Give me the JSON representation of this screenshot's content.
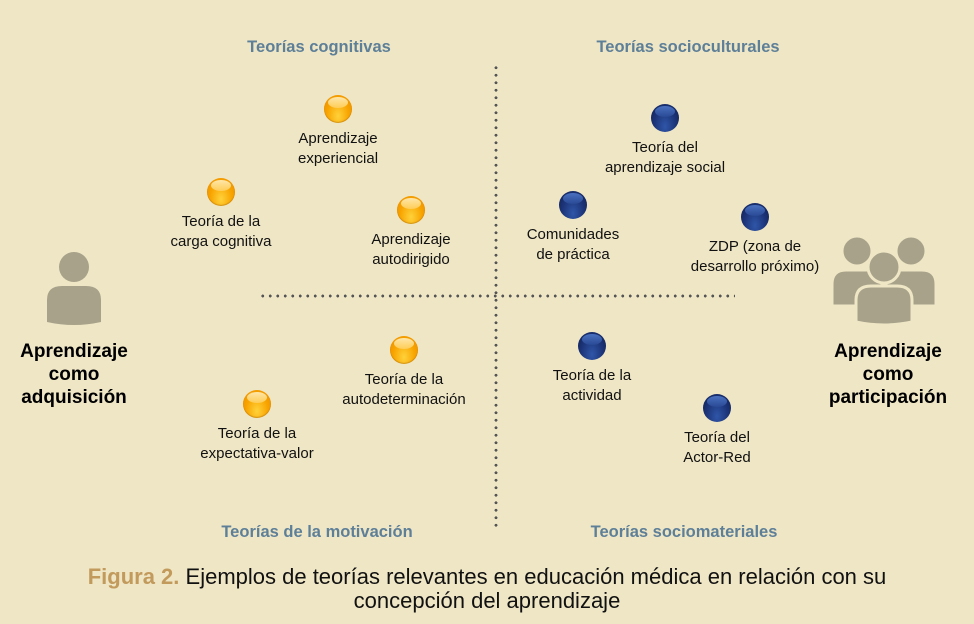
{
  "quadrants": {
    "top_left": "Teorías cognitivas",
    "top_right": "Teorías socioculturales",
    "bottom_left": "Teorías de la motivación",
    "bottom_right": "Teorías sociomateriales"
  },
  "poles": {
    "left": {
      "icon": "person-icon",
      "lines": [
        "Aprendizaje",
        "como",
        "adquisición"
      ]
    },
    "right": {
      "icon": "group-icon",
      "lines": [
        "Aprendizaje",
        "como",
        "participación"
      ]
    }
  },
  "theories": [
    {
      "lines": [
        "Aprendizaje",
        "experiencial"
      ],
      "color": "orange"
    },
    {
      "lines": [
        "Teoría de la",
        "carga cognitiva"
      ],
      "color": "orange"
    },
    {
      "lines": [
        "Aprendizaje",
        "autodirigido"
      ],
      "color": "orange"
    },
    {
      "lines": [
        "Teoría de la",
        "autodeterminación"
      ],
      "color": "orange"
    },
    {
      "lines": [
        "Teoría de la",
        "expectativa-valor"
      ],
      "color": "orange"
    },
    {
      "lines": [
        "Teoría del",
        "aprendizaje social"
      ],
      "color": "blue"
    },
    {
      "lines": [
        "Comunidades",
        "de práctica"
      ],
      "color": "blue"
    },
    {
      "lines": [
        "ZDP (zona de",
        "desarrollo próximo)"
      ],
      "color": "blue"
    },
    {
      "lines": [
        "Teoría de la",
        "actividad"
      ],
      "color": "blue"
    },
    {
      "lines": [
        "Teoría del",
        "Actor-Red"
      ],
      "color": "blue"
    }
  ],
  "caption": {
    "figure": "Figura 2.",
    "line1": " Ejemplos de teorías relevantes en educación médica en relación con su",
    "line2": "concepción del aprendizaje"
  },
  "colors": {
    "background": "#efe6c5",
    "heading": "#5d7f98",
    "figure_label": "#c29a5c",
    "icon": "#a8a28a"
  }
}
